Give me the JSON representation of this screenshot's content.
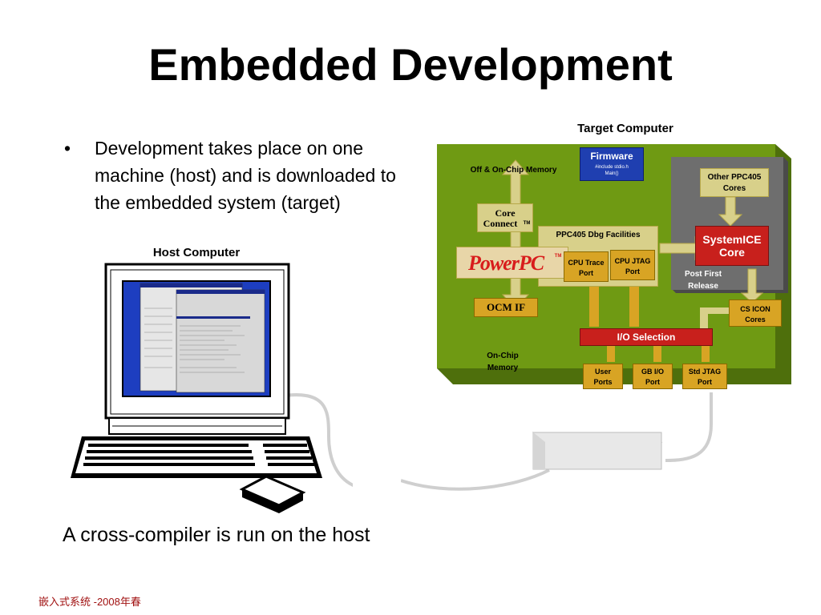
{
  "title": "Embedded Development",
  "bullet": {
    "marker": "•",
    "text": "Development takes place on one machine (host) and is downloaded to the embedded system (target)"
  },
  "host_label": "Host Computer",
  "target_label": "Target Computer",
  "cross_compiler": "A cross-compiler is run on the host",
  "footer": "嵌入式系统 -2008年春",
  "diagram": {
    "off_on_chip_memory": "Off & On-Chip Memory",
    "firmware": "Firmware",
    "firmware_sub1": "#include stdio.h",
    "firmware_sub2": "Main()",
    "core_connect_1": "Core",
    "core_connect_2": "Connect",
    "core_connect_tm": "TM",
    "powerpc": "PowerPC",
    "powerpc_tm": "TM",
    "ppc405_dbg": "PPC405 Dbg Facilities",
    "cpu_trace_1": "CPU Trace",
    "cpu_trace_2": "Port",
    "cpu_jtag_1": "CPU JTAG",
    "cpu_jtag_2": "Port",
    "ocm_if": "OCM IF",
    "on_chip_memory_1": "On-Chip",
    "on_chip_memory_2": "Memory",
    "other_ppc405_1": "Other PPC405",
    "other_ppc405_2": "Cores",
    "systemice_1": "SystemICE",
    "systemice_2": "Core",
    "post_first_1": "Post First",
    "post_first_2": "Release",
    "cs_icon_1": "CS ICON",
    "cs_icon_2": "Cores",
    "io_selection": "I/O Selection",
    "user_ports_1": "User",
    "user_ports_2": "Ports",
    "gb_io_1": "GB I/O",
    "gb_io_2": "Port",
    "std_jtag_1": "Std JTAG",
    "std_jtag_2": "Port"
  },
  "colors": {
    "board_green": "#6f9a13",
    "board_dark": "#4e6f0c",
    "gray_panel": "#6e6e6e",
    "gold": "#d8a424",
    "khaki": "#d8d08a",
    "red": "#c8201c",
    "firmware_blue": "#1f3fb0",
    "screen_blue": "#1d3ec0"
  }
}
